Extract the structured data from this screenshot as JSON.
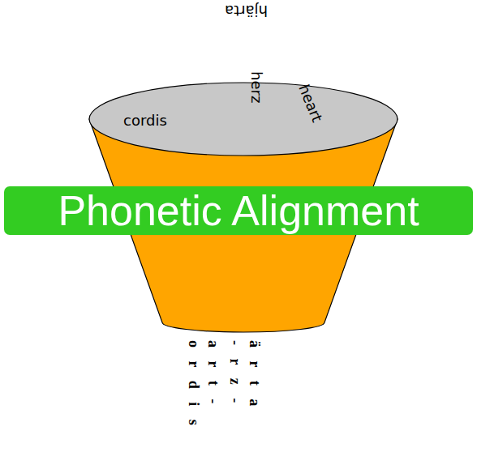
{
  "diagram": {
    "nodes": [
      {
        "text": [
          "Phonetic Alignment"
        ]
      }
    ],
    "labels": [
      "hjärta",
      "herz",
      "heart",
      "cordis",
      "o r d i s",
      "a r t -",
      "- r z -",
      "ä r t a"
    ]
  }
}
